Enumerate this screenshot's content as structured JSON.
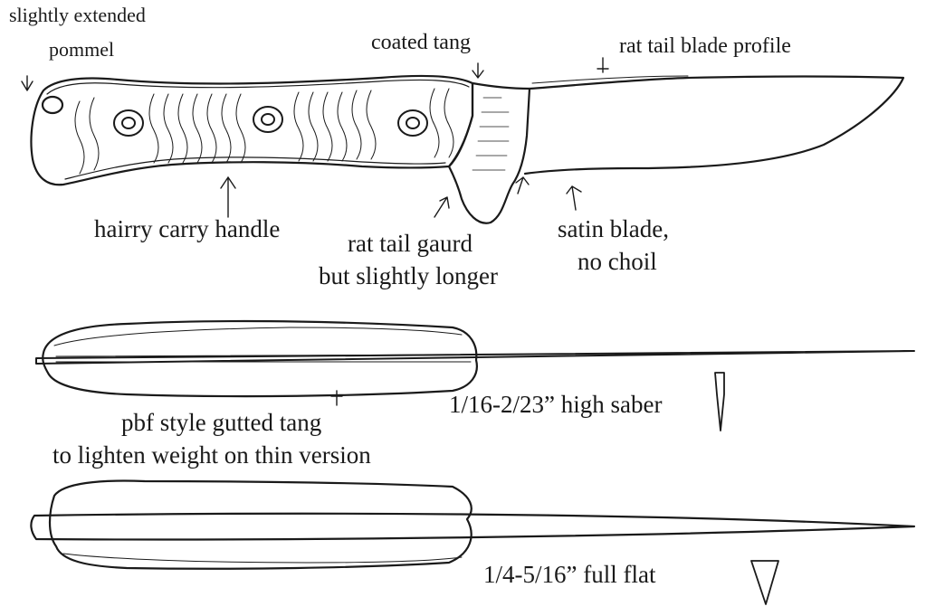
{
  "sketch": {
    "ink_color": "#1a1a1a",
    "paper_color": "#ffffff",
    "top_view": {
      "annotations": {
        "pommel_line1": "slightly extended",
        "pommel_line2": "pommel",
        "coated_tang": "coated tang",
        "blade_profile": "rat tail blade profile",
        "handle": "hairry carry handle",
        "guard_line1": "rat tail gaurd",
        "guard_line2": "but slightly longer",
        "blade_finish_line1": "satin blade,",
        "blade_finish_line2": "no choil"
      }
    },
    "middle_view": {
      "tang_line1": "pbf style gutted tang",
      "tang_line2": "to lighten weight on thin version",
      "grind": "1/16-2/23” high saber"
    },
    "bottom_view": {
      "grind": "1/4-5/16” full flat"
    }
  }
}
